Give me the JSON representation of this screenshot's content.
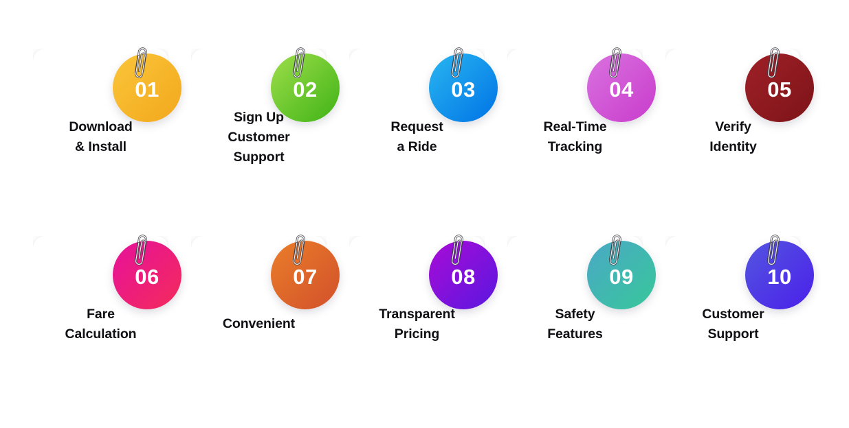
{
  "page": {
    "title": "Ride Hailing App Steps Infographic",
    "background_color": "#ffffff",
    "card_color": "#ffffff",
    "label_color": "#101014",
    "number_color": "#ffffff",
    "rows": 2,
    "columns": 5,
    "total_steps": 10
  },
  "clip": {
    "icon": "paperclip-icon",
    "body_color": "#f0f0f2",
    "outline_color": "#3a3a42"
  },
  "steps": [
    {
      "number": "01",
      "label": "Download\n& Install",
      "lines": 2,
      "color_start": "#fbc53a",
      "color_end": "#f2a81d",
      "accent": "#f7b622"
    },
    {
      "number": "02",
      "label": "Sign Up\nCustomer\nSupport",
      "lines": 3,
      "color_start": "#9ede4a",
      "color_end": "#3fb316",
      "accent": "#6fca2e"
    },
    {
      "number": "03",
      "label": "Request\na Ride",
      "lines": 2,
      "color_start": "#29b6f0",
      "color_end": "#0073e6",
      "accent": "#0f93ec"
    },
    {
      "number": "04",
      "label": "Real-Time\nTracking",
      "lines": 2,
      "color_start": "#d972e0",
      "color_end": "#c93ccb",
      "accent": "#d355d8"
    },
    {
      "number": "05",
      "label": "Verify\nIdentity",
      "lines": 2,
      "color_start": "#9e2027",
      "color_end": "#7d1418",
      "accent": "#8d1a20"
    },
    {
      "number": "06",
      "label": "Fare\nCalculation",
      "lines": 2,
      "color_start": "#e6119b",
      "color_end": "#f32b5a",
      "accent": "#ec1d7c"
    },
    {
      "number": "07",
      "label": "Convenient",
      "lines": 1,
      "color_start": "#ea7e2a",
      "color_end": "#d2502b",
      "accent": "#de6529"
    },
    {
      "number": "08",
      "label": "Transparent\nPricing",
      "lines": 2,
      "color_start": "#a80cd6",
      "color_end": "#5a17e0",
      "accent": "#8011db"
    },
    {
      "number": "09",
      "label": "Safety\nFeatures",
      "lines": 2,
      "color_start": "#4aa8c6",
      "color_end": "#38c79a",
      "accent": "#43b8b0"
    },
    {
      "number": "10",
      "label": "Customer\nSupport",
      "lines": 2,
      "color_start": "#5355e0",
      "color_end": "#4b20ea",
      "accent": "#4d3ae6"
    }
  ]
}
